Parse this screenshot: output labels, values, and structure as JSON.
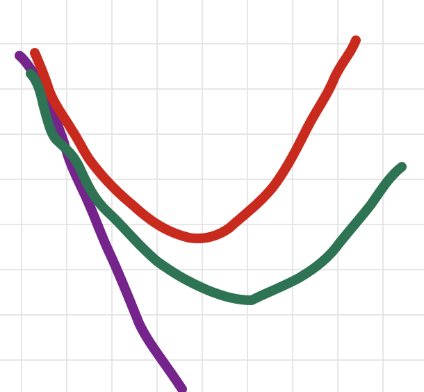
{
  "canvas": {
    "background_color": "#ffffff",
    "grid_color": "#e6e6e6"
  },
  "strokes": [
    {
      "name": "purple-stroke",
      "color": "#74248a"
    },
    {
      "name": "red-stroke",
      "color": "#c92a1e"
    },
    {
      "name": "green-stroke",
      "color": "#2e7354"
    }
  ]
}
